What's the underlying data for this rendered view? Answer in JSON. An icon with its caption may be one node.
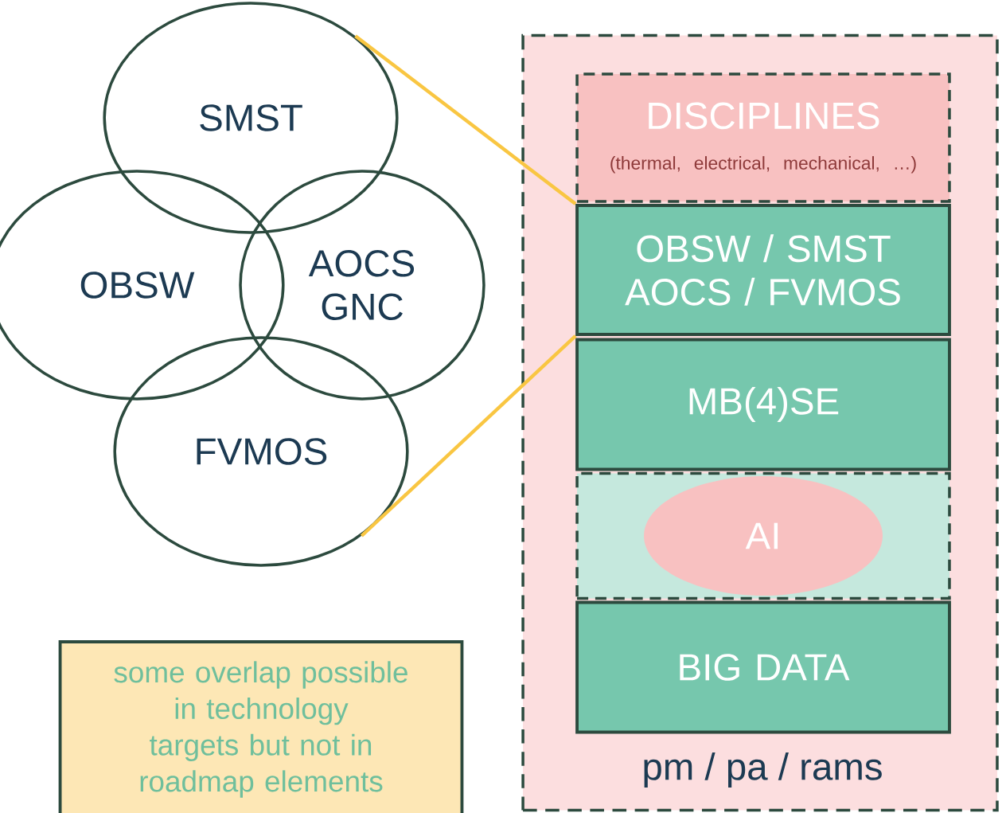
{
  "diagram": {
    "nodes": [
      {
        "text": [
          "SMST"
        ]
      },
      {
        "text": [
          "OBSW"
        ]
      },
      {
        "text": [
          "AOCS GNC"
        ]
      },
      {
        "text": [
          "FVMOS"
        ]
      },
      {
        "text": [
          "pm / pa / rams"
        ]
      },
      {
        "text": [
          "DISCIPLINES",
          "(thermal, electrical, mechanical, …)"
        ],
        "in": 4
      },
      {
        "text": [
          "OBSW / SMST AOCS / FVMOS"
        ],
        "in": 4
      },
      {
        "text": [
          "MB(4)SE"
        ],
        "in": 4
      },
      {
        "text": [
          "AI"
        ],
        "in": 4
      },
      {
        "text": [
          "BIG DATA"
        ],
        "in": 4
      },
      {
        "text": [
          "some overlap possible in technology targets but not in roadmap elements"
        ]
      }
    ],
    "edges": [
      {
        "from": 0,
        "to": 6,
        "arrow": "none",
        "color": "#f9c642"
      },
      {
        "from": 3,
        "to": 6,
        "arrow": "none",
        "color": "#f9c642"
      }
    ]
  }
}
